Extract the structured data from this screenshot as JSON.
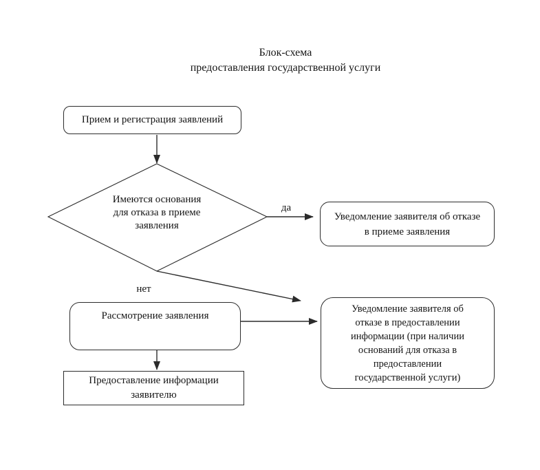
{
  "title": {
    "line1": "Блок-схема",
    "line2": "предоставления государственной услуги"
  },
  "nodes": {
    "receive": {
      "label": "Прием и регистрация заявлений"
    },
    "decision": {
      "lines": [
        "Имеются основания",
        "для отказа в приеме",
        "заявления"
      ]
    },
    "notify_refusal_acceptance": {
      "lines": [
        "Уведомление заявителя об отказе",
        "в приеме заявления"
      ]
    },
    "review": {
      "label": "Рассмотрение заявления"
    },
    "notify_refusal_information": {
      "lines": [
        "Уведомление заявителя об",
        "отказе в предоставлении",
        "информации (при наличии",
        "оснований для отказа в",
        "предоставлении",
        "государственной услуги)"
      ]
    },
    "provide_information": {
      "lines": [
        "Предоставление информации",
        "заявителю"
      ]
    }
  },
  "edge_labels": {
    "yes": "да",
    "no": "нет"
  },
  "colors": {
    "stroke": "#2b2b2b",
    "text": "#141414",
    "background": "#ffffff"
  }
}
